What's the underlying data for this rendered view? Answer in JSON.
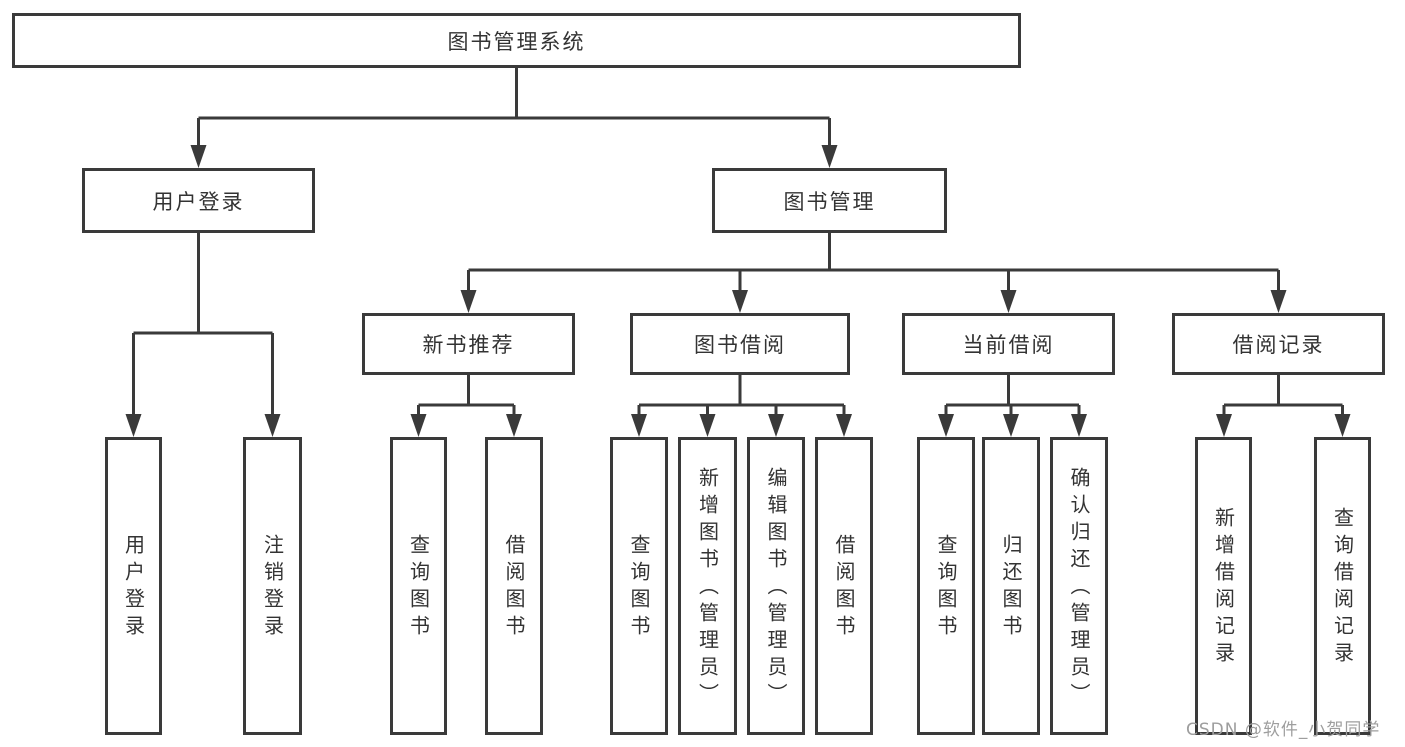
{
  "colors": {
    "line": "#3a3a3a",
    "box_border": "#3a3a3a",
    "text": "#333333",
    "background": "#ffffff",
    "watermark": "#9e9e9e"
  },
  "nodes": {
    "root": {
      "label": "图书管理系统"
    },
    "level2": [
      {
        "label": "用户登录"
      },
      {
        "label": "图书管理"
      }
    ],
    "level3": [
      {
        "label": "新书推荐"
      },
      {
        "label": "图书借阅"
      },
      {
        "label": "当前借阅"
      },
      {
        "label": "借阅记录"
      }
    ],
    "leaves": [
      {
        "label": "用户登录"
      },
      {
        "label": "注销登录"
      },
      {
        "label": "查询图书"
      },
      {
        "label": "借阅图书"
      },
      {
        "label": "查询图书"
      },
      {
        "label": "新增图书（管理员）"
      },
      {
        "label": "编辑图书（管理员）"
      },
      {
        "label": "借阅图书"
      },
      {
        "label": "查询图书"
      },
      {
        "label": "归还图书"
      },
      {
        "label": "确认归还（管理员）"
      },
      {
        "label": "新增借阅记录"
      },
      {
        "label": "查询借阅记录"
      }
    ]
  },
  "watermark": {
    "text": "CSDN @软件_小贺同学"
  }
}
